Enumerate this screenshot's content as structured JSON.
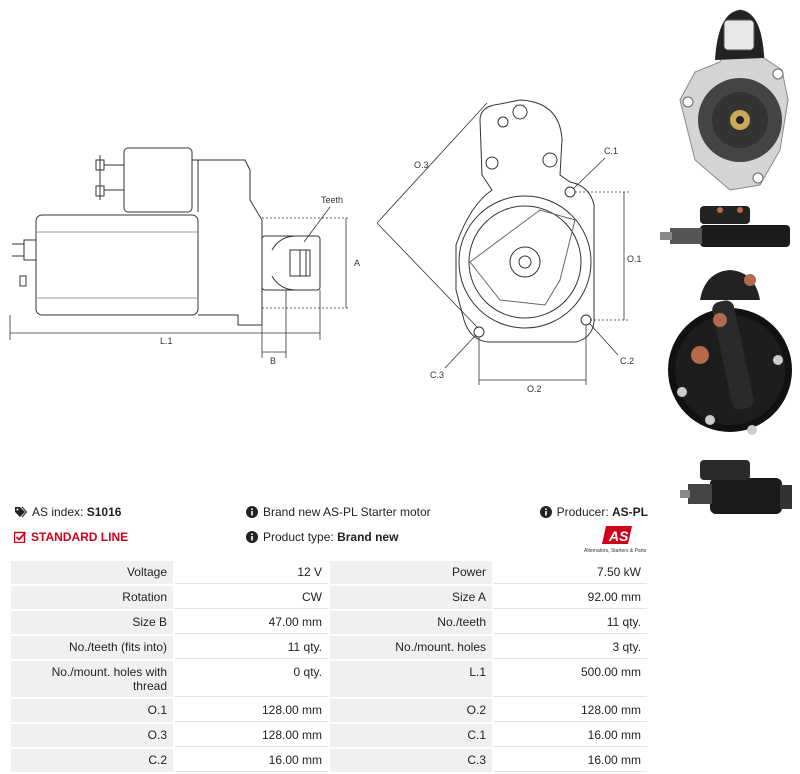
{
  "drawing": {
    "labels": {
      "teeth": "Teeth",
      "a": "A",
      "b": "B",
      "l1": "L.1",
      "o3": "O.3",
      "c1": "C.1",
      "o1": "O.1",
      "c2": "C.2",
      "c3": "C.3",
      "o2": "O.2"
    }
  },
  "info": {
    "as_index_label": "AS index:",
    "as_index_value": "S1016",
    "description": "Brand new AS-PL Starter motor",
    "producer_label": "Producer:",
    "producer_value": "AS-PL",
    "line_label": "STANDARD LINE",
    "product_type_label": "Product type:",
    "product_type_value": "Brand new",
    "logo_text": "AS",
    "logo_caption": "Alternators, Starters & Parts"
  },
  "colors": {
    "accent": "#d0021b",
    "label_cell": "#f0f0f0"
  },
  "specs": [
    [
      "Voltage",
      "12 V",
      "Power",
      "7.50 kW"
    ],
    [
      "Rotation",
      "CW",
      "Size A",
      "92.00 mm"
    ],
    [
      "Size B",
      "47.00 mm",
      "No./teeth",
      "11 qty."
    ],
    [
      "No./teeth (fits into)",
      "11 qty.",
      "No./mount. holes",
      "3 qty."
    ],
    [
      "No./mount. holes with thread",
      "0 qty.",
      "L.1",
      "500.00 mm"
    ],
    [
      "O.1",
      "128.00 mm",
      "O.2",
      "128.00 mm"
    ],
    [
      "O.3",
      "128.00 mm",
      "C.1",
      "16.00 mm"
    ],
    [
      "C.2",
      "16.00 mm",
      "C.3",
      "16.00 mm"
    ]
  ]
}
